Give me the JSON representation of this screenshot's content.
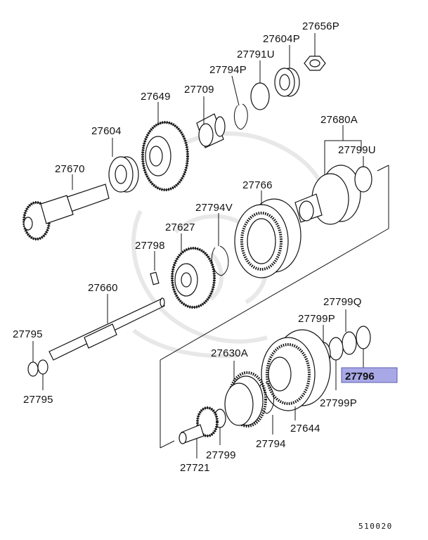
{
  "parts": {
    "p27656P": "27656P",
    "p27604P": "27604P",
    "p27791U": "27791U",
    "p27794P": "27794P",
    "p27709": "27709",
    "p27649": "27649",
    "p27604": "27604",
    "p27670": "27670",
    "p27680A": "27680A",
    "p27799U": "27799U",
    "p27766": "27766",
    "p27794V": "27794V",
    "p27627": "27627",
    "p27798": "27798",
    "p27660": "27660",
    "p27795_top": "27795",
    "p27795_bottom": "27795",
    "p27799Q": "27799Q",
    "p27799P_upper": "27799P",
    "p27796": "27796",
    "p27799P_lower": "27799P",
    "p27630A": "27630A",
    "p27644": "27644",
    "p27794": "27794",
    "p27799": "27799",
    "p27721": "27721"
  },
  "highlighted_part": "27796",
  "highlight_color": "#a9a8e6",
  "diagram_code": "510020"
}
